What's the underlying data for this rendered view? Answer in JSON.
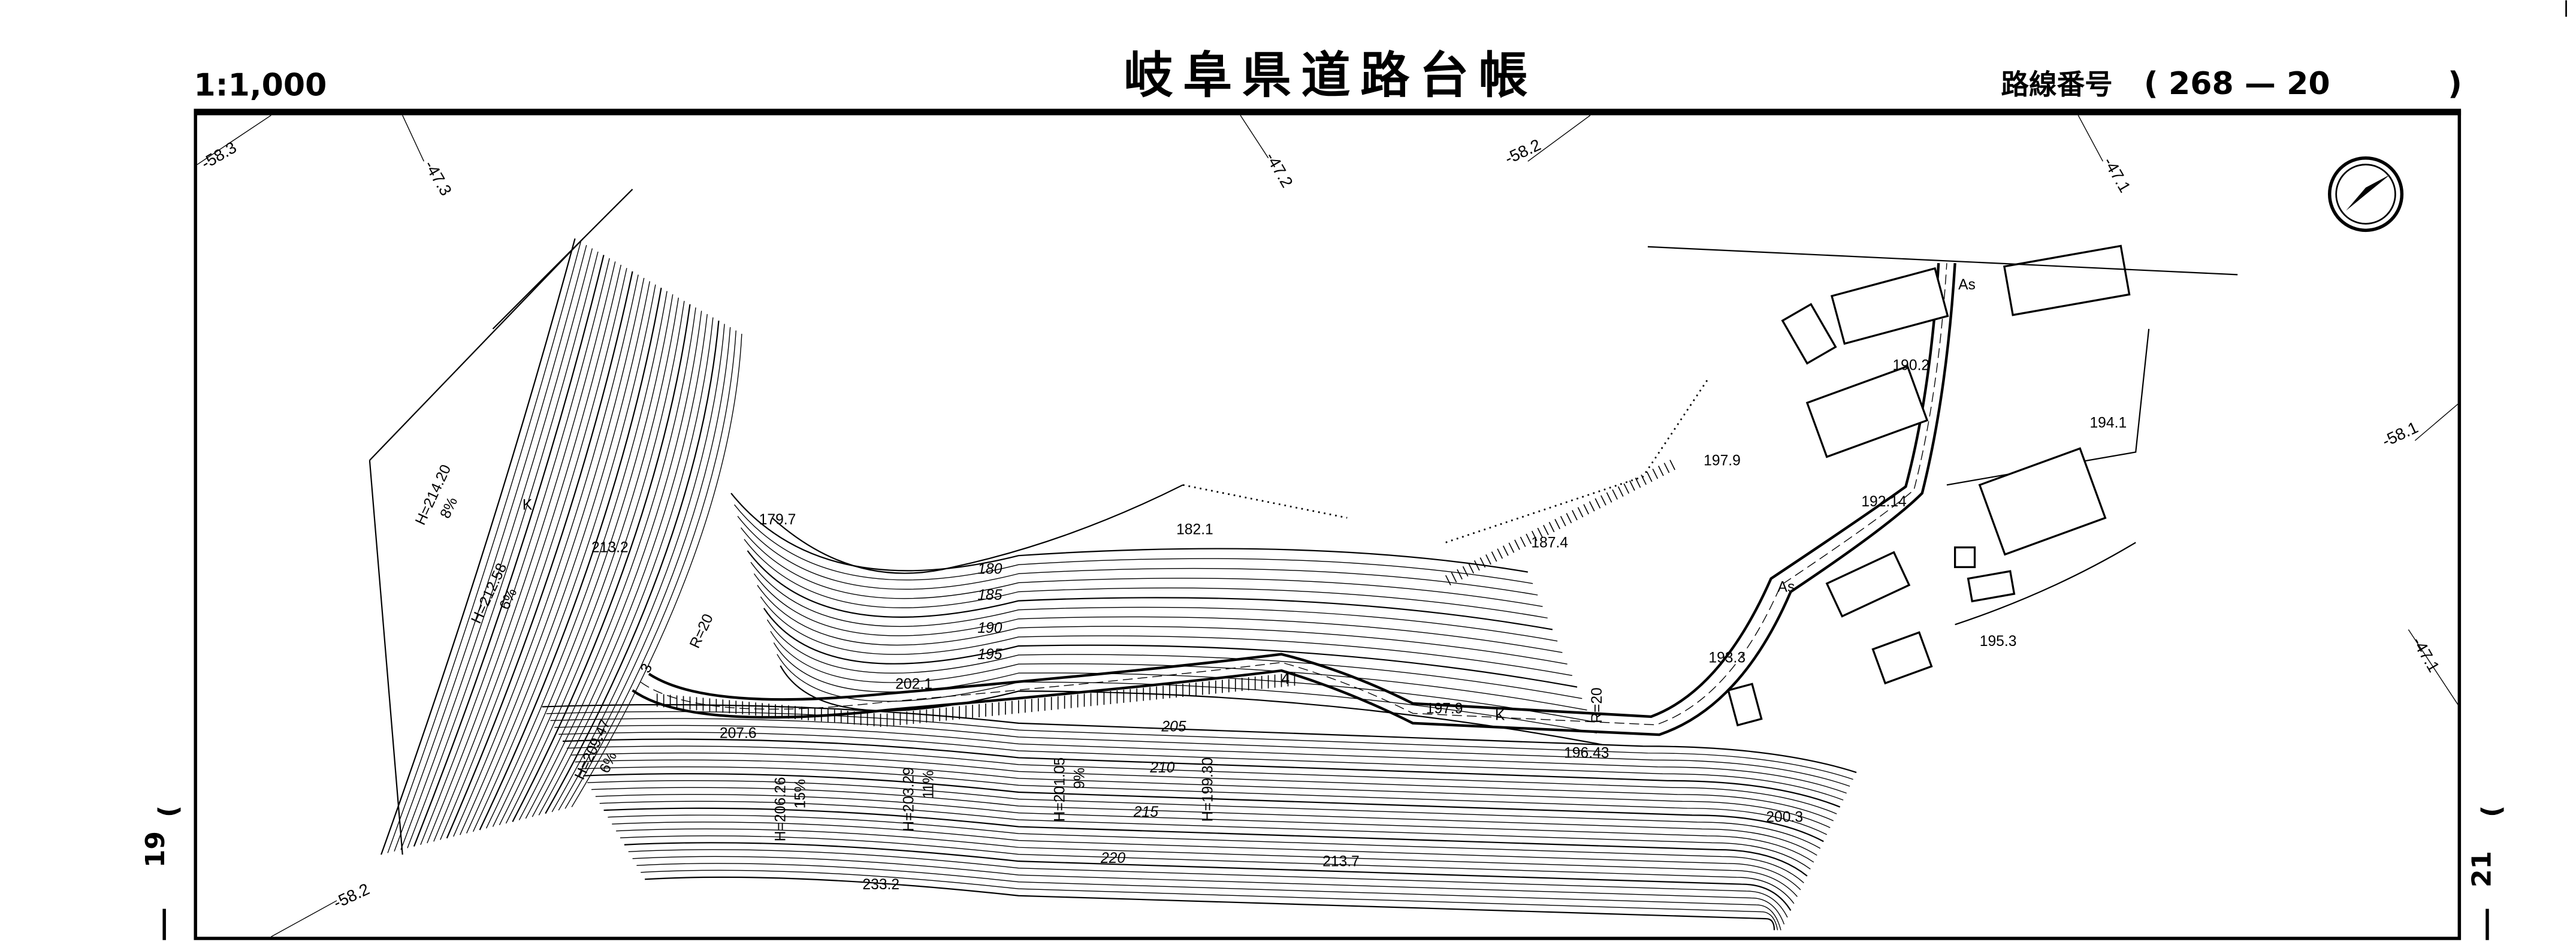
{
  "header": {
    "scale": "1:1,000",
    "title": "岐阜県道路台帳",
    "route_label": "路線番号",
    "route_open": "(",
    "route_number": "268 — 20",
    "route_close": ")"
  },
  "sheet_refs": {
    "left_number": "19",
    "left_paren": ")",
    "right_number": "21",
    "right_paren": ")"
  },
  "grid_labels": [
    "-58.3",
    "-47.3",
    "-47.2",
    "-58.2",
    "-47.1",
    "-58.1",
    "-47.1",
    "-58.2"
  ],
  "spot_heights": [
    "179.7",
    "182.1",
    "187.4",
    "213.2",
    "202.1",
    "207.6",
    "197.9",
    "196.43",
    "200.3",
    "213.7",
    "233.2",
    "190.2",
    "197.9",
    "192.14",
    "194.1",
    "195.3",
    "193.3"
  ],
  "contour_labels": [
    "180",
    "185",
    "190",
    "195",
    "205",
    "210",
    "215",
    "220"
  ],
  "profile_labels": [
    {
      "h": "H=214.20",
      "grade": "8%"
    },
    {
      "h": "H=212.58",
      "grade": "6%"
    },
    {
      "h": "H=209.47",
      "grade": "6%"
    },
    {
      "h": "H=206.26",
      "grade": "15%"
    },
    {
      "h": "H=203.29",
      "grade": "11%"
    },
    {
      "h": "H=201.05",
      "grade": "9%"
    },
    {
      "h": "H=199.30",
      "grade": ""
    }
  ],
  "curve_labels": [
    "R=20",
    "R=20"
  ],
  "symbols": {
    "k1": "K",
    "k2": "K",
    "as1": "As",
    "as2": "As",
    "n3": "3",
    "n4": "4"
  },
  "compass": {
    "icon": "north-arrow-icon"
  },
  "colors": {
    "ink": "#000000",
    "paper": "#ffffff"
  }
}
